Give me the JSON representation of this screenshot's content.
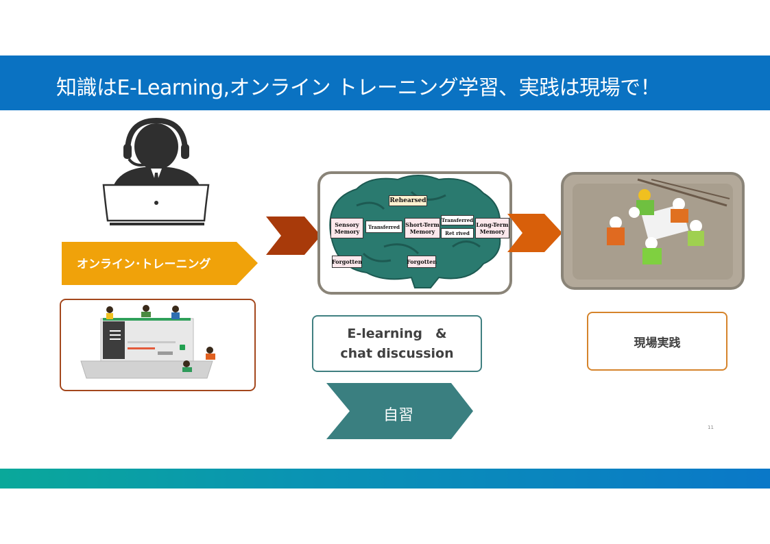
{
  "header": {
    "title": "知識はE-Learning,オンライン トレーニング学習、実践は現場で！"
  },
  "left": {
    "banner_label": "オンライン･トレーニング",
    "operator_icon": "headset-operator-laptop-icon",
    "laptop_illustration": "people-around-laptop-illustration"
  },
  "center": {
    "memory_model": {
      "rehearsed": "Rehearsed",
      "sensory": [
        "Sensory",
        "Memory"
      ],
      "transferred_1": "Transferred",
      "short_term": [
        "Short-Term",
        "Memory"
      ],
      "transferred_2": "Transferred",
      "retrieved": "Ret rived",
      "long_term": [
        "Long-Term",
        "Memory"
      ],
      "forgotten_1": "Forgotten",
      "forgotten_2": "Forgotten"
    },
    "box_line1": "E-learning　&",
    "box_line2": "chat discussion",
    "self_study_label": "自習"
  },
  "right": {
    "photo": "construction-workers-photo",
    "box_label": "現場実践"
  },
  "footer": {
    "page_number": "11"
  },
  "colors": {
    "title_bar": "#0a72c2",
    "orange_banner": "#f0a20a",
    "arrow_dark": "#a83a0a",
    "arrow_orange": "#d85f0a",
    "teal": "#3f7f80",
    "brain": "#2a7a6f"
  }
}
